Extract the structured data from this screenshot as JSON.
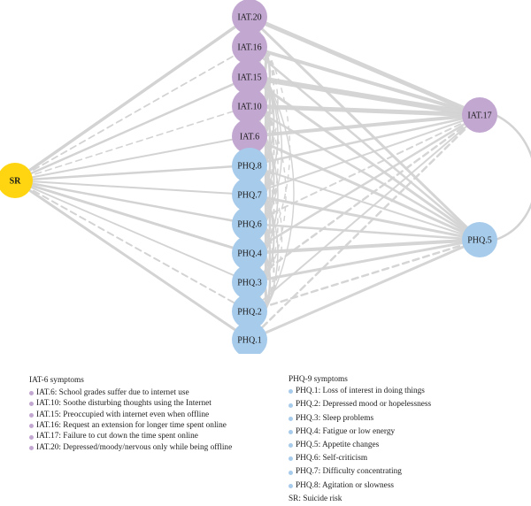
{
  "network": {
    "nodes": [
      {
        "id": "SR",
        "label": "SR",
        "group": "sr"
      },
      {
        "id": "I20",
        "label": "IAT.20",
        "group": "iat"
      },
      {
        "id": "I16",
        "label": "IAT.16",
        "group": "iat"
      },
      {
        "id": "I15",
        "label": "IAT.15",
        "group": "iat"
      },
      {
        "id": "I10",
        "label": "IAT.10",
        "group": "iat"
      },
      {
        "id": "I6",
        "label": "IAT.6",
        "group": "iat"
      },
      {
        "id": "P8",
        "label": "PHQ.8",
        "group": "phq"
      },
      {
        "id": "P7",
        "label": "PHQ.7",
        "group": "phq"
      },
      {
        "id": "P6",
        "label": "PHQ.6",
        "group": "phq"
      },
      {
        "id": "P4",
        "label": "PHQ.4",
        "group": "phq"
      },
      {
        "id": "P3",
        "label": "PHQ.3",
        "group": "phq"
      },
      {
        "id": "P2",
        "label": "PHQ.2",
        "group": "phq"
      },
      {
        "id": "P1",
        "label": "PHQ.1",
        "group": "phq"
      },
      {
        "id": "I17",
        "label": "IAT.17",
        "group": "iat"
      },
      {
        "id": "P5",
        "label": "PHQ.5",
        "group": "phq"
      }
    ],
    "colors": {
      "sr": "#ffd511",
      "iat": "#c2a7d1",
      "phq": "#a7cbeb",
      "edge": "#d3d3d3"
    }
  },
  "legend_iat": {
    "title": "IAT-6 symptoms",
    "items": [
      "IAT.6: School grades suffer due to internet use",
      "IAT.10: Soothe disturbing thoughts using the Internet",
      "IAT.15: Preoccupied with internet even when offline",
      "IAT.16: Request an extension for longer time spent online",
      "IAT.17: Failure to cut down the time spent online",
      "IAT.20: Depressed/moody/nervous only while being offline"
    ]
  },
  "legend_phq": {
    "title": "PHQ-9 symptoms",
    "items": [
      "PHQ.1: Loss of interest in doing things",
      "PHQ.2: Depressed mood or hopelessness",
      "PHQ.3: Sleep problems",
      "PHQ.4: Fatigue or low energy",
      "PHQ.5: Appetite changes",
      "PHQ.6: Self-criticism",
      "PHQ.7: Difficulty concentrating",
      "PHQ.8: Agitation or slowness"
    ],
    "footer": "SR: Suicide risk"
  }
}
